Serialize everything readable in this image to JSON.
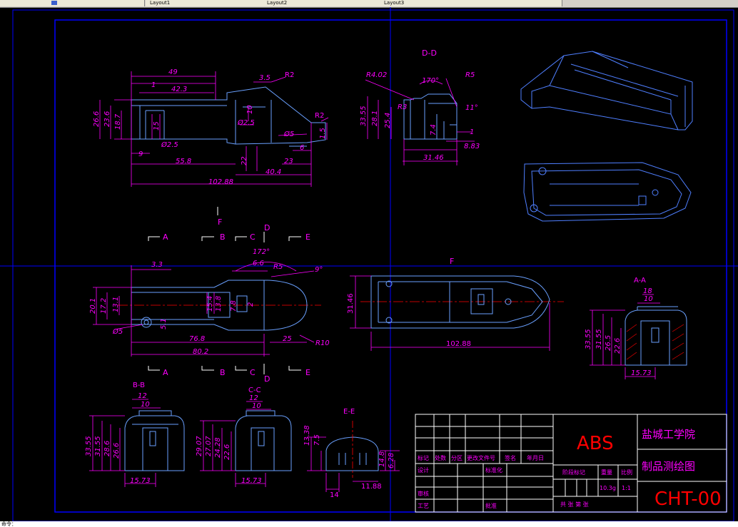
{
  "tabs": [
    "",
    "Layout1",
    "Layout2",
    "Layout3",
    ""
  ],
  "status": "命令：",
  "views": {
    "dd_title": "D-D",
    "f_title": "F",
    "aa_title": "A-A",
    "bb_title": "B-B",
    "cc_title": "C-C",
    "ee_title": "E-E"
  },
  "section_marks": {
    "A": "A",
    "B": "B",
    "C": "C",
    "D": "D",
    "E": "E",
    "F": "F"
  },
  "dims": {
    "d49": "49",
    "d1": "1",
    "d42_3": "42.3",
    "d3_5": "3.5",
    "r2a": "R2",
    "d26_6": "26.6",
    "d23_6": "23.6",
    "d18_7": "18.7",
    "d15": "15",
    "d10": "10",
    "d2_5a": "Ø2.5",
    "d2_5b": "Ø2.5",
    "d5a": "Ø5",
    "r2b": "R2",
    "d1_5": "1.5",
    "d6": "6",
    "d9": "9",
    "d55_8": "55.8",
    "d22": "22",
    "d23": "23",
    "d40_4": "40.4",
    "d102_88a": "102.88",
    "r4_02": "R4.02",
    "a170": "170°",
    "r5a": "R5",
    "r3": "R3",
    "d33_55a": "33.55",
    "d28_1": "28.1",
    "d25_4": "25.4",
    "d7_4": "7.4",
    "a11": "11°",
    "d1b": "1",
    "d8_83": "8.83",
    "d31_46a": "31.46",
    "d3_3": "3.3",
    "a172": "172°",
    "d6_6": "6.6",
    "r5b": "R5",
    "a9": "9°",
    "d20_1": "20.1",
    "d17_2": "17.2",
    "d13_1": "13.1",
    "d15_4": "15.4",
    "d13_8": "13.8",
    "d7_8": "7.8",
    "d2": "2",
    "d5b": "Ø5",
    "d5_1": "5.1",
    "d76_8": "76.8",
    "d80_2": "80.2",
    "d25": "25",
    "r10": "R10",
    "d31_46b": "31.46",
    "d102_88b": "102.88",
    "d18": "18",
    "d10b": "10",
    "d33_55b": "33.55",
    "d31_55a": "31.55",
    "d26_5": "26.5",
    "d22_6a": "22.6",
    "d15_73a": "15.73",
    "d12a": "12",
    "d10c": "10",
    "d33_55c": "33.55",
    "d31_55b": "31.55",
    "d28_6": "28.6",
    "d26_6b": "26.6",
    "d15_73b": "15.73",
    "d12b": "12",
    "d10d": "10",
    "d29_07": "29.07",
    "d27_07": "27.07",
    "d24_28": "24.28",
    "d22_6b": "22.6",
    "d15_73c": "15.73",
    "d13_38": "13.38",
    "d7_5": "7.5",
    "d14_8": "14.8",
    "d6_28": "6.28",
    "d14": "14",
    "d11_88": "11.88"
  },
  "title_block": {
    "material": "ABS",
    "school": "盐城工学院",
    "drawing_name": "制品测绘图",
    "drawing_no": "CHT-00",
    "hdr_mark": "标记",
    "hdr_count": "处数",
    "hdr_zone": "分区",
    "hdr_docno": "更改文件号",
    "hdr_sign": "签名",
    "hdr_date": "年月日",
    "design": "设计",
    "standardize": "标准化",
    "stage_mark": "阶段标记",
    "weight": "重量",
    "scale": "比例",
    "weight_value": "10.3g",
    "scale_value": "1:1",
    "review": "审核",
    "process": "工艺",
    "approve": "批准",
    "sheets": "共 张 第 张"
  },
  "colors": {
    "bg": "#000000",
    "frame": "#0000ff",
    "outline": "#0080ff",
    "dim": "#ff00ff",
    "center": "#ff0000",
    "white": "#ffffff",
    "tb_text_red": "#ff0000"
  }
}
